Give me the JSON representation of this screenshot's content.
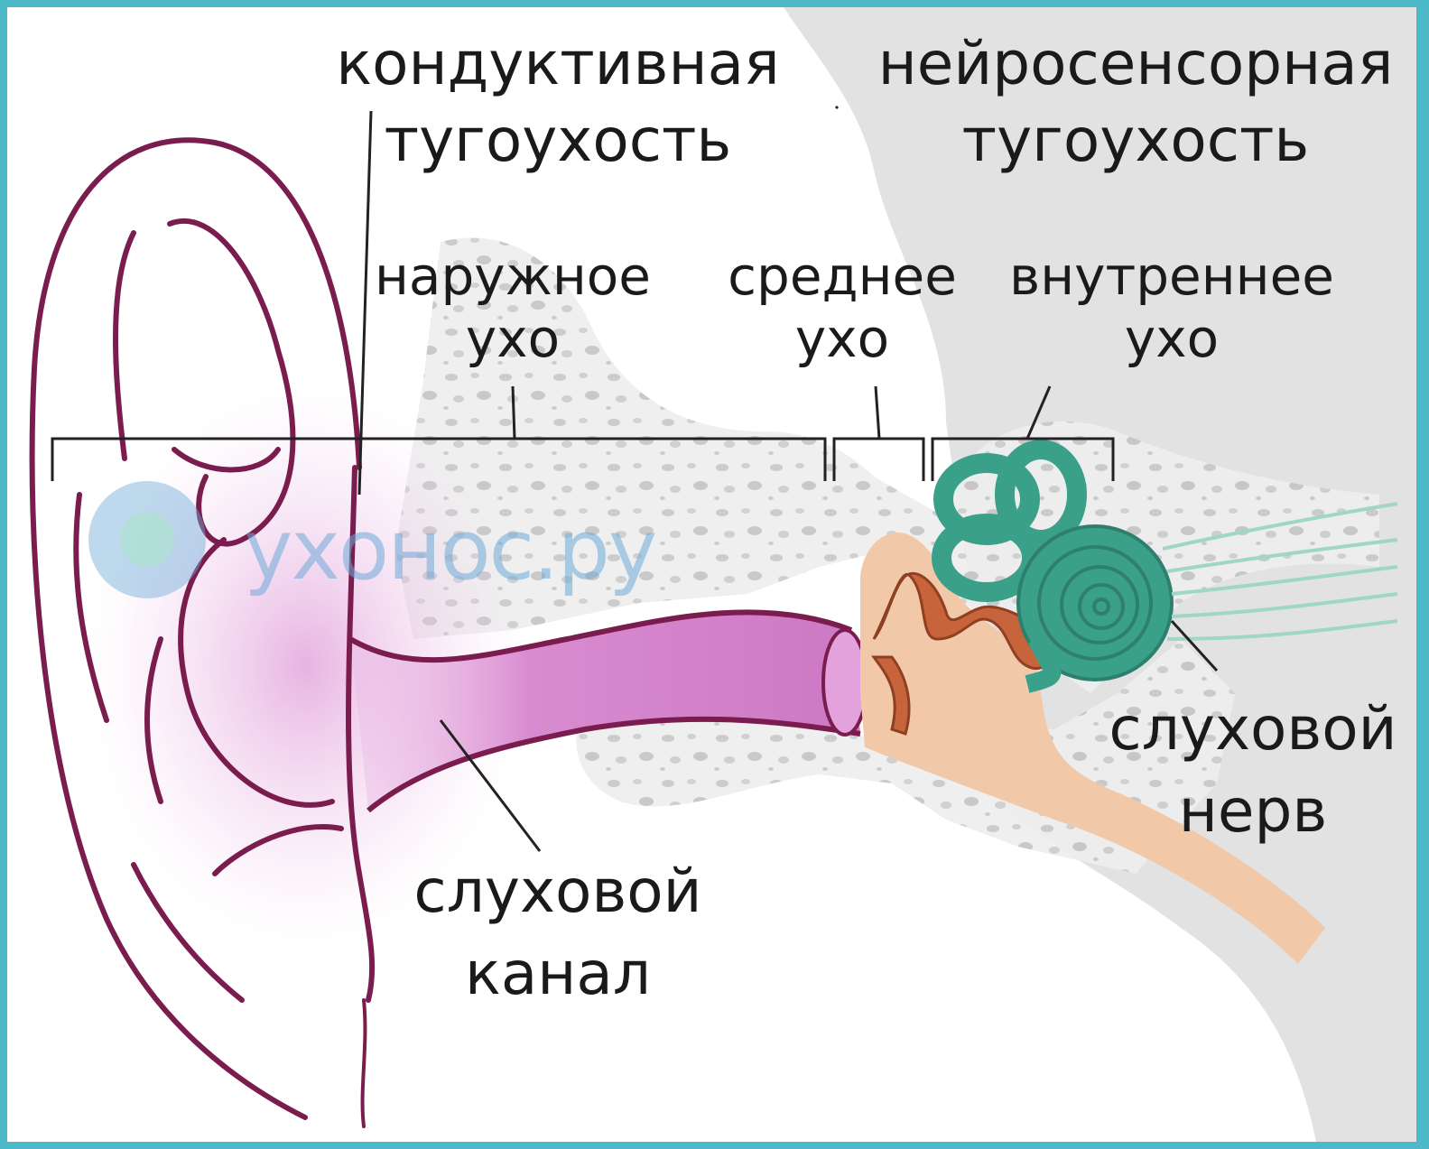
{
  "labels": {
    "conductive": {
      "line1": "кондуктивная",
      "line2": "тугоухость"
    },
    "sensorineural": {
      "line1": "нейросенсорная",
      "line2": "тугоухость"
    },
    "outer_ear": {
      "line1": "наружное",
      "line2": "ухо"
    },
    "middle_ear": {
      "line1": "среднее",
      "line2": "ухо"
    },
    "inner_ear": {
      "line1": "внутреннее",
      "line2": "ухо"
    },
    "auditory_nerve": {
      "line1": "слуховой",
      "line2": "нерв"
    },
    "ear_canal": {
      "line1": "слуховой",
      "line2": "канал"
    }
  },
  "watermark": "ухонос.ру",
  "colors": {
    "frame": "#4db8c8",
    "ear_outline": "#7a1d4e",
    "canal_fill": "#d98bd0",
    "ossicles": "#c8643c",
    "middle_ear_fill": "#f2c9a8",
    "inner_ear": "#3aa08a",
    "skull_shade": "#e2e2e2"
  }
}
